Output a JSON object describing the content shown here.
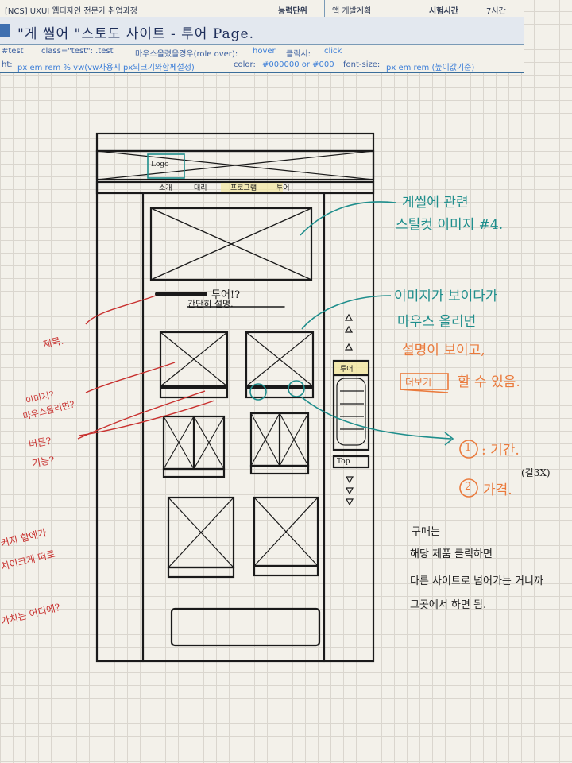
{
  "header": {
    "course": "[NCS] UXUI 웹디자인 전문가 취업과정",
    "unit_label": "능력단위",
    "unit_value": "앱 개발계획",
    "time_label": "시험시간",
    "time_value": "7시간",
    "title": "\"게 씰어 \"스토도 사이트 - 투어 Page.",
    "guide1": {
      "a": "#test",
      "b": "class=\"test\": .test",
      "c": "마우스올렸을경우(role over):",
      "d": "hover",
      "e": "클릭시:",
      "f": "click"
    },
    "guide2": {
      "a": "ht:",
      "b": "px  em  rem  %  vw(vw사용시 px의크기와함께설정)",
      "c": "color:",
      "d": "#000000 or #000",
      "e": "font-size:",
      "f": "px  em  rem (높이값기준)"
    }
  },
  "wireframe": {
    "logo": "Logo",
    "nav": [
      "소개",
      "대리",
      "프로그램",
      "투어"
    ],
    "section_title": "투어!?",
    "section_desc": "간단히 설명.",
    "side_panel_title": "투어",
    "top_button": "Top"
  },
  "notes": {
    "teal_1_line1": "게씰에 관련",
    "teal_1_line2": "스틸컷 이미지 #4.",
    "teal_2_line1": "이미지가 보이다가",
    "teal_2_line2": "마우스 올리면",
    "orange_line1": "설명이 보이고,",
    "orange_button": "더보기",
    "orange_line2": "할 수 있음.",
    "orange_item1_num": "1",
    "orange_item1": ": 기간.",
    "orange_item2_num": "2",
    "orange_item2": "가격.",
    "black_paren": "(길3X)",
    "red_title": "제목.",
    "red_hover_1": "이미지?",
    "red_hover_2": "마우스올리면?",
    "red_button_1": "버튼?",
    "red_button_2": "기능?",
    "red_left_1": "커지 함에가",
    "red_left_2": "치이크게 떠로",
    "red_left_3": "가치는 어디에?",
    "black_1": "구매는",
    "black_2": "해당 제품 클릭하면",
    "black_3": "다른 사이트로 넘어가는 거니까",
    "black_4": "그곳에서 하면 됨."
  },
  "colors": {
    "teal": "#1f8e8c",
    "red": "#c8302e",
    "orange": "#ea7a3c",
    "ink": "#1a1a1a",
    "header_blue": "#3e6fb0"
  }
}
